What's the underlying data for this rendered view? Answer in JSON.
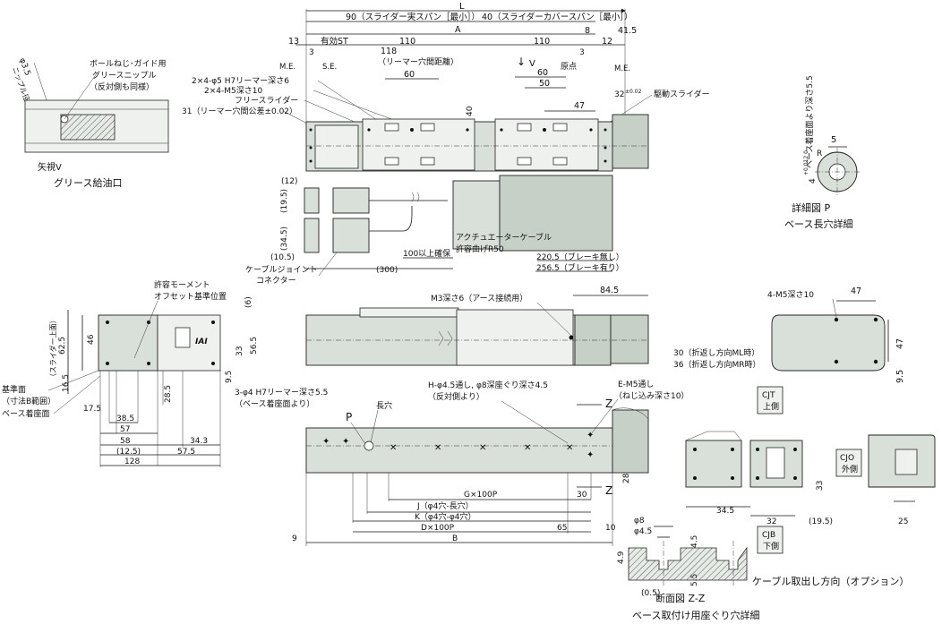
{
  "top_labels": {
    "L": "L",
    "slider_span": "90（スライダー実スパン［最小］）",
    "cover_span": "40（スライダーカバースパン［最小］）",
    "A": "A",
    "d13": "13",
    "eff_st": "有効ST",
    "d110a": "110",
    "d110b": "110",
    "d8": "8",
    "d12": "12",
    "d41_5": "41.5",
    "d3a": "3",
    "d3b": "3",
    "me_left": "M.E.",
    "se_left": "S.E.",
    "me_right": "M.E.",
    "genten": "原点",
    "ream_pitch": "118",
    "ream_pitch_note": "（リーマー穴間距離）",
    "d60a": "60",
    "d60b": "60",
    "d50": "50",
    "d47": "47",
    "v_arrow": "V",
    "d32": "32",
    "d32_tol": "±0.02",
    "d40": "40",
    "h7_ream": "2×4-φ5 H7リーマー深さ6",
    "m5_depth": "2×4-M5深さ10",
    "free_slider": "フリースライダー",
    "ream_tol": "31（リーマー穴間公差±0.02）",
    "drive_slider": "駆動スライダー"
  },
  "detail_v": {
    "title": "矢視V",
    "subtitle": "グリース給油口",
    "phi": "φ3.5",
    "phi_note": "ニップル径",
    "nipple_note1": "ボールねじ･ガイド用",
    "nipple_note2": "グリースニップル",
    "nipple_note3": "（反対側も同様）"
  },
  "detail_p": {
    "title": "詳細図 P",
    "subtitle": "ベース長穴詳細",
    "d5": "5",
    "r": "R",
    "depth": "4",
    "depth_tol": "+0.012\n0",
    "depth_note": "ベース着座面より深さ5.5"
  },
  "cable": {
    "d12": "(12)",
    "d19_5": "(19.5)",
    "d34_5": "(34.5)",
    "d10_5": "(10.5)",
    "d300": "(300)",
    "d100": "100以上確保",
    "actuator_cable": "アクチュエーターケーブル",
    "bend_radius": "許容曲げR50",
    "no_brake": "220.5（ブレーキ無し）",
    "with_brake": "256.5（ブレーキ有り）",
    "joint1": "ケーブルジョイント",
    "joint2": "コネクター"
  },
  "side_view": {
    "moment1": "許容モーメント",
    "moment2": "オフセット基準位置",
    "d6": "(6)",
    "d62_5": "62.5",
    "d62_5_note": "（スライダー上面）",
    "d46": "46",
    "d16_5": "16.5",
    "d56_5": "56.5",
    "d33": "33",
    "d9_5": "9.5",
    "d28_5": "28.5",
    "d17_5": "17.5",
    "d38_5": "38.5",
    "d57": "57",
    "d58": "58",
    "d34_3": "34.3",
    "d12_5": "(12.5)",
    "d57_5": "57.5",
    "d128": "128",
    "ref_face1": "基準面",
    "ref_face2": "（寸法B範囲）",
    "base_face": "ベース着座面",
    "iai": "IAI"
  },
  "front_view": {
    "m3": "M3深さ6（アース接続用）",
    "d84_5": "84.5",
    "d30": "30（折返し方向ML時）",
    "d36": "36（折返し方向MR時）"
  },
  "end_view": {
    "m5": "4-M5深さ10",
    "d47": "47",
    "d47v": "47",
    "d9_5": "9.5"
  },
  "bottom_view": {
    "h7": "3-φ4 H7リーマー深さ5.5",
    "h7_note": "（ベース着座面より）",
    "p": "P",
    "long_hole": "長穴",
    "h_hole": "H-φ4.5通し, φ8深座ぐり深さ4.5",
    "h_hole_note": "（反対側より）",
    "e_hole": "E-M5通し",
    "e_hole_note": "（ねじ込み深さ10）",
    "z1": "Z",
    "z2": "Z",
    "d9": "9",
    "g": "G×100P",
    "j": "J（φ4穴-長穴）",
    "k": "K（φ4穴-φ4穴）",
    "d": "D×100P",
    "b": "B",
    "d30": "30",
    "d28": "28",
    "d65": "65",
    "d10": "10"
  },
  "section_zz": {
    "title": "断面図 Z-Z",
    "subtitle": "ベース取付け用座ぐり穴詳細",
    "phi8": "φ8",
    "phi4_5": "φ4.5",
    "d4_9": "4.9",
    "d4_5": "4.5",
    "d5_5": "5.5",
    "d0_5": "(0.5)"
  },
  "cable_option": {
    "title": "ケーブル取出し方向（オプション）",
    "cjt1": "CJT",
    "cjt2": "上側",
    "cjo1": "CJO",
    "cjo2": "外側",
    "cjb1": "CJB",
    "cjb2": "下側",
    "d34_5": "34.5",
    "d32": "32",
    "d19_5": "(19.5)",
    "d33": "33",
    "d25": "25"
  }
}
